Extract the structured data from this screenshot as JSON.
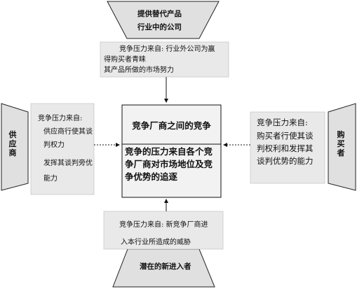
{
  "top_trapezoid": {
    "line1": "提供替代产品",
    "line2": "行业中的公司"
  },
  "top_box": {
    "line1": "竞争压力来自: 行业外公司为赢",
    "line2": "得购买者青睐",
    "line3": "其产品所做的市场努力"
  },
  "center": {
    "title": "竞争厂商之间的竞争",
    "body": "竞争的压力来自各个竞争厂商对市场地位及竞争优势的追逐"
  },
  "left_trapezoid": {
    "label": "供应商"
  },
  "left_box": {
    "line1": "竞争压力来自:",
    "line2": "供应商行使其谈",
    "line3": "判权力",
    "line4": "发挥其谈判旁优",
    "line5": "能力"
  },
  "right_trapezoid": {
    "label": "购买者"
  },
  "right_box": {
    "line1": "竞争压力来自:",
    "line2": "购买者行使其谈",
    "line3": "判权利和发挥其",
    "line4": "谈判优势的能力"
  },
  "bottom_box": {
    "line1": "竞争压力来自: 新竞争厂商进",
    "line2": "入本行业所造成的威胁"
  },
  "bottom_trapezoid": {
    "line1": "潜在的新进入者"
  }
}
